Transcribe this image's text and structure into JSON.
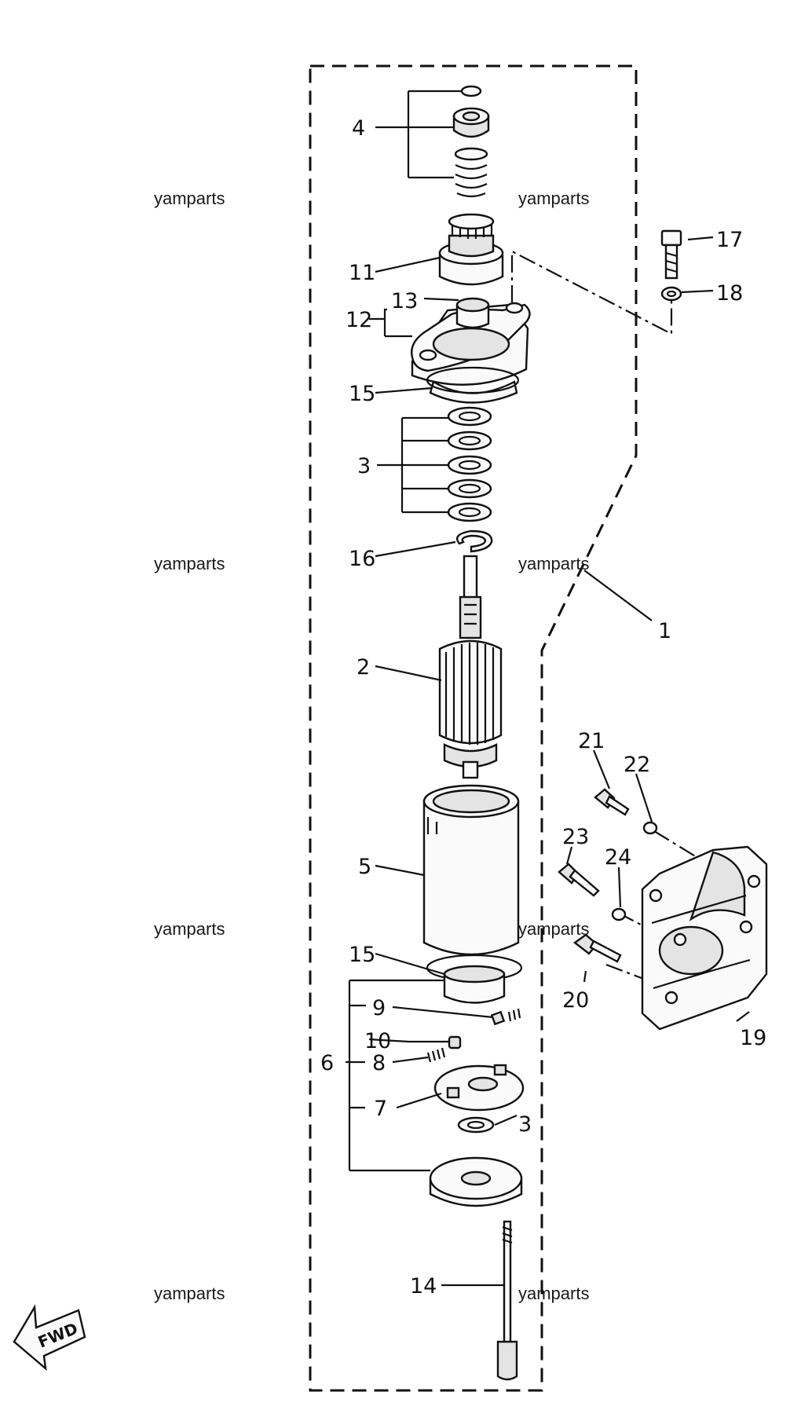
{
  "watermark": "yamparts",
  "orientation_label": "FWD",
  "callouts": {
    "c1": "1",
    "c2": "2",
    "c3a": "3",
    "c3b": "3",
    "c4": "4",
    "c5": "5",
    "c6": "6",
    "c7": "7",
    "c8": "8",
    "c9": "9",
    "c10": "10",
    "c11": "11",
    "c12": "12",
    "c13": "13",
    "c14": "14",
    "c15a": "15",
    "c15b": "15",
    "c16": "16",
    "c17": "17",
    "c18": "18",
    "c19": "19",
    "c20": "20",
    "c21": "21",
    "c22": "22",
    "c23": "23",
    "c24": "24"
  }
}
